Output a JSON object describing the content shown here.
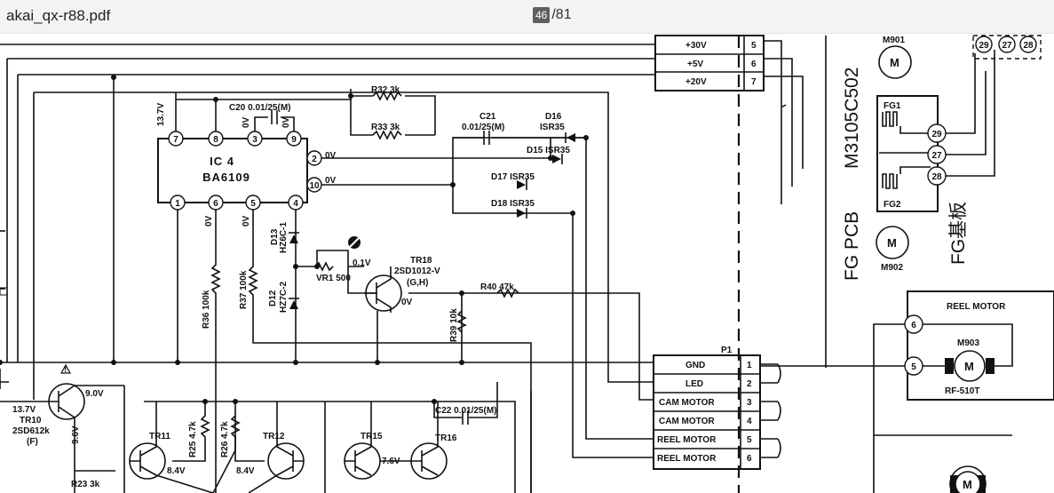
{
  "toolbar": {
    "file_name": "akai_qx-r88.pdf",
    "page_current": "46",
    "page_total": "/81"
  },
  "schematic": {
    "connector_top": [
      {
        "label": "+30V",
        "pin": "5"
      },
      {
        "label": "+5V",
        "pin": "6"
      },
      {
        "label": "+20V",
        "pin": "7"
      }
    ],
    "ic": {
      "name": "IC 4",
      "part": "BA6109",
      "pins_top": [
        "7",
        "8",
        "3",
        "9"
      ],
      "pins_right": [
        "2",
        "10"
      ],
      "pins_bottom": [
        "1",
        "6",
        "5",
        "4"
      ]
    },
    "labels": {
      "v137": "13.7V",
      "c20": "C20  0.01/25(M)",
      "r32": "R32  3k",
      "r33": "R33  3k",
      "c21_name": "C21",
      "c21_val": "0.01/25(M)",
      "d16": "D16",
      "d16_part": "ISR35",
      "d15": "D15  ISR35",
      "d17": "D17  ISR35",
      "d18": "D18  ISR35",
      "ov": "0V",
      "d13": "D13",
      "d13_part": "HZ6C-1",
      "d12": "D12",
      "d12_part": "HZ7C-2",
      "vr1": "VR1  500",
      "v01": "0.1V",
      "tr18": "TR18",
      "tr18_part": "2SD1012-V",
      "tr18_sub": "(G,H)",
      "r40": "R40  47k",
      "r37": "R37 100k",
      "r36": "R36 100k",
      "r39": "R39 10k",
      "p1": "P1",
      "tr10": "TR10",
      "tr10_part": "2SD612k",
      "tr10_sub": "(F)",
      "v90": "9.0V",
      "v96": "9.6V",
      "r23": "R23 3k",
      "tr11": "TR11",
      "tr12": "TR12",
      "tr15": "TR15",
      "tr16": "TR16",
      "r25": "R25 4.7k",
      "r26": "R26 4.7k",
      "v84a": "8.4V",
      "v84b": "8.4V",
      "v76": "7.6V",
      "c22": "C22  0.01/25(M)",
      "m3105": "M3105C502",
      "fg_pcb": "FG PCB",
      "fg_kanji": "FG基板",
      "m901": "M901",
      "m902": "M902",
      "fg1": "FG1",
      "fg2": "FG2",
      "reel_motor": "REEL MOTOR",
      "m903": "M903",
      "rf510t": "RF-510T",
      "motor_m": "M"
    },
    "connector_p1": [
      {
        "label": "GND",
        "pin": "1"
      },
      {
        "label": "LED",
        "pin": "2"
      },
      {
        "label": "CAM MOTOR",
        "pin": "3"
      },
      {
        "label": "CAM MOTOR",
        "pin": "4"
      },
      {
        "label": "REEL MOTOR",
        "pin": "5"
      },
      {
        "label": "REEL MOTOR",
        "pin": "6"
      }
    ],
    "fg_pins": [
      "29",
      "27",
      "28"
    ],
    "top_pins": [
      "29",
      "27",
      "28"
    ],
    "reel_pins": [
      "6",
      "5"
    ]
  }
}
